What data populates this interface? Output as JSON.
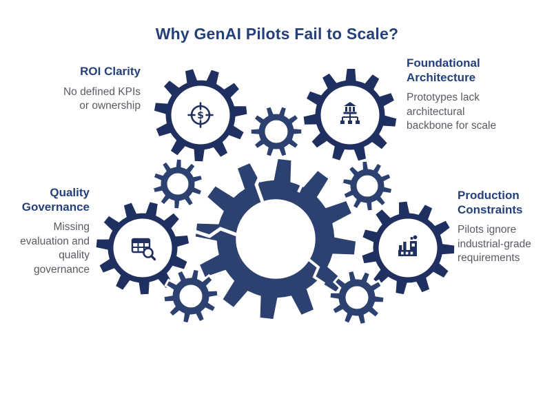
{
  "title": "Why GenAI Pilots Fail to Scale?",
  "colors": {
    "gear_dark": "#1f2f60",
    "gear_mid": "#2c4170",
    "heading": "#24407a",
    "body_text": "#575b63",
    "background": "#ffffff"
  },
  "center_gear": {
    "icon": "broken-gear-icon"
  },
  "sections": [
    {
      "id": "roi-clarity",
      "heading": "ROI Clarity",
      "body": "No defined KPIs or ownership",
      "icon": "dollar-target-icon",
      "position": "top-left"
    },
    {
      "id": "foundational-architecture",
      "heading": "Foundational Architecture",
      "body": "Prototypes lack architectural backbone for scale",
      "icon": "architecture-hierarchy-icon",
      "position": "top-right"
    },
    {
      "id": "quality-governance",
      "heading": "Quality Governance",
      "body": "Missing evaluation and quality governance",
      "icon": "table-search-icon",
      "position": "left"
    },
    {
      "id": "production-constraints",
      "heading": "Production Constraints",
      "body": "Pilots ignore industrial-grade requirements",
      "icon": "factory-chart-icon",
      "position": "right"
    }
  ]
}
